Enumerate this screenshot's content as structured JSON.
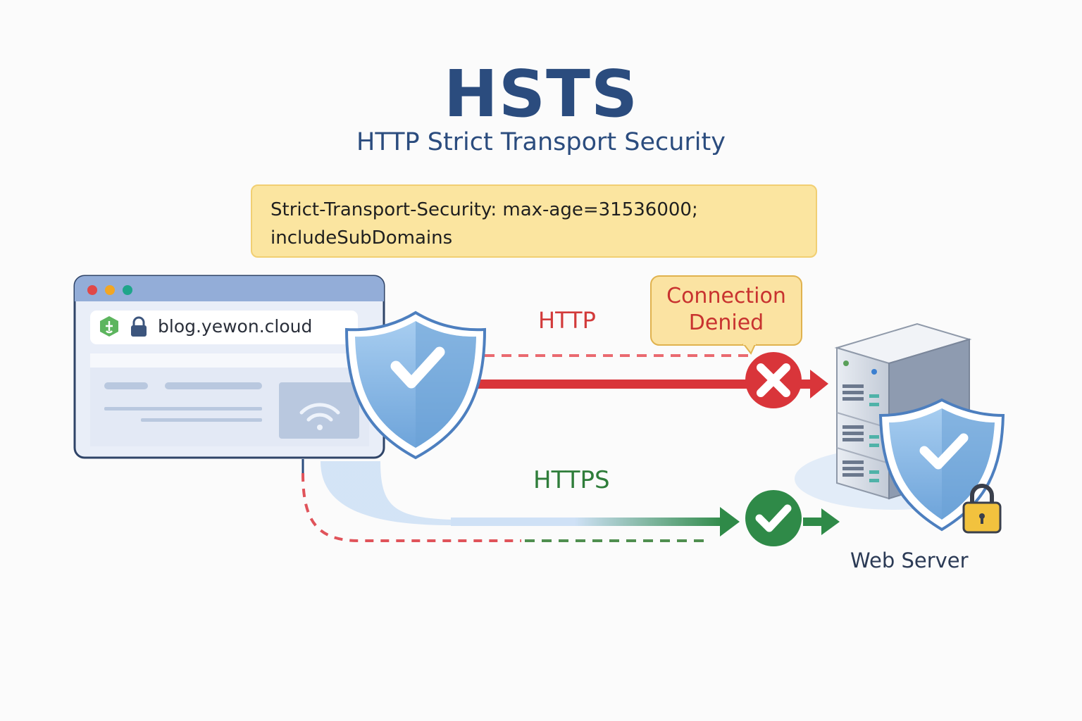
{
  "title": "HSTS",
  "subtitle": "HTTP Strict Transport Security",
  "header": {
    "line1": "Strict-Transport-Security: max-age=31536000;",
    "line2": "includeSubDomains"
  },
  "browser": {
    "url": "blog.yewon.cloud",
    "icons": [
      "security-badge-icon",
      "lock-icon",
      "wifi-icon"
    ],
    "window_buttons": [
      "#e04848",
      "#f2a623",
      "#1ea58a"
    ]
  },
  "http_path": {
    "label": "HTTP",
    "callout_line1": "Connection",
    "callout_line2": "Denied",
    "status_icon": "cross-icon"
  },
  "https_path": {
    "label": "HTTPS",
    "status_icon": "check-icon"
  },
  "server": {
    "label": "Web Server",
    "icons": [
      "server-icon",
      "shield-check-icon",
      "padlock-icon"
    ]
  },
  "colors": {
    "title": "#2b4c7e",
    "http": "#d23a3a",
    "https": "#2f8a48",
    "shield": "#7aaee0",
    "note": "#fbe5a0"
  }
}
